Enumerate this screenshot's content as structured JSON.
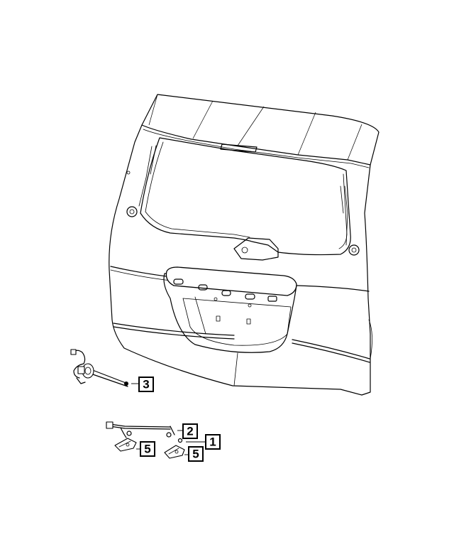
{
  "callouts": [
    {
      "id": "1",
      "label": "1"
    },
    {
      "id": "2",
      "label": "2"
    },
    {
      "id": "3",
      "label": "3"
    },
    {
      "id": "5a",
      "label": "5"
    },
    {
      "id": "5b",
      "label": "5"
    }
  ],
  "colors": {
    "line": "#000000",
    "background": "#ffffff"
  }
}
